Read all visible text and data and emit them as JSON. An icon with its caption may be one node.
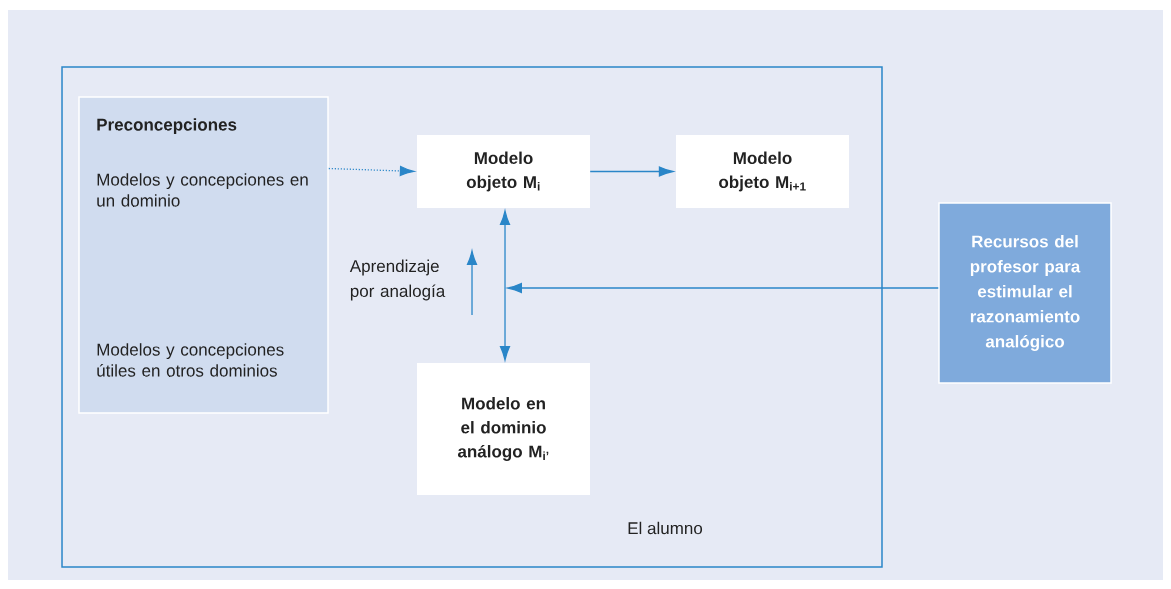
{
  "diagram": {
    "nodes": [
      {
        "text": [
          "El alumno"
        ]
      },
      {
        "text": [
          "Preconcepciones",
          "Modelos y concepciones en un dominio",
          "Modelos y concepciones útiles en otros dominios"
        ],
        "in": 0
      },
      {
        "text": [
          "Modelo objeto M$_{i}$"
        ],
        "in": 0
      },
      {
        "text": [
          "Modelo objeto M$_{i+1}$"
        ],
        "in": 0
      },
      {
        "text": [
          "Modelo en el dominio análogo M$_{i’}$"
        ],
        "in": 0
      },
      {
        "text": [
          "Recursos del profesor para estimular el razonamiento analógico"
        ]
      }
    ],
    "edges": [
      {
        "from": 1,
        "to": 2,
        "arrow": "to",
        "style": "dashed"
      },
      {
        "from": 2,
        "to": 3,
        "arrow": "to"
      },
      {
        "from": 2,
        "to": 4,
        "arrow": "both"
      },
      {
        "from": 5,
        "to": null,
        "arrow": "to"
      }
    ],
    "labels": [
      "Aprendizaje por analogía"
    ]
  }
}
